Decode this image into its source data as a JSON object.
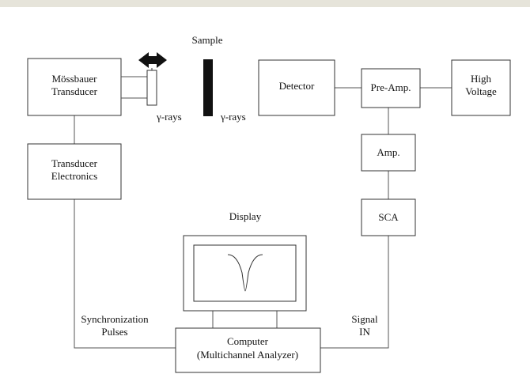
{
  "diagram": {
    "title_sample": "Sample",
    "title_display": "Display",
    "boxes": {
      "mossbauer_transducer": [
        "Mössbauer",
        "Transducer"
      ],
      "transducer_electronics": [
        "Transducer",
        "Electronics"
      ],
      "detector": [
        "Detector"
      ],
      "pre_amp": [
        "Pre-Amp."
      ],
      "high_voltage": [
        "High",
        "Voltage"
      ],
      "amp": [
        "Amp."
      ],
      "sca": [
        "SCA"
      ],
      "computer": [
        "Computer",
        "(Multichannel Analyzer)"
      ]
    },
    "labels": {
      "gamma_left": "γ-rays",
      "gamma_right": "γ-rays",
      "sync": [
        "Synchronization",
        "Pulses"
      ],
      "signal": [
        "Signal",
        "IN"
      ]
    }
  }
}
